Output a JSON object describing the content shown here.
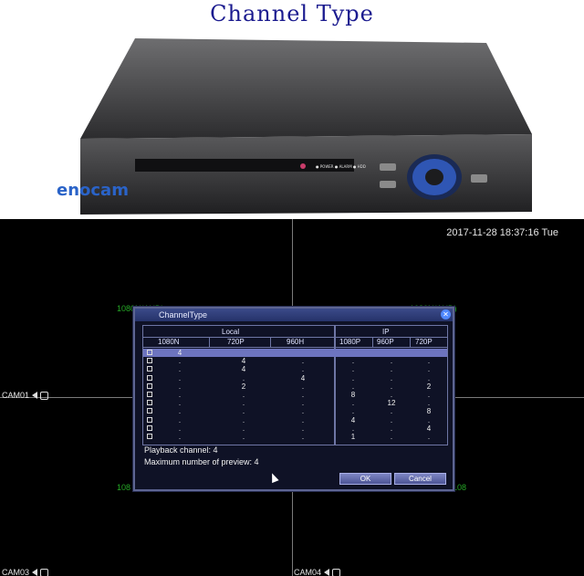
{
  "page_title": "Channel Type",
  "device": {
    "brand": "enocam"
  },
  "screen": {
    "datetime": "2017-11-28 18:37:16 Tue",
    "cameras": [
      "CAM01",
      "CAM03",
      "CAM04"
    ],
    "resolution_tags": [
      "1080N(AHD)",
      "1080N(AHD)",
      "108",
      "108"
    ]
  },
  "dialog": {
    "title": "ChannelType",
    "groups": {
      "local": "Local",
      "ip": "IP"
    },
    "columns": [
      "1080N",
      "720P",
      "960H",
      "1080P",
      "960P",
      "720P"
    ],
    "rows": [
      {
        "cells": [
          "4",
          "",
          "",
          "",
          "",
          ""
        ],
        "selected": true
      },
      {
        "cells": [
          ".",
          "4",
          ".",
          ".",
          ".",
          "."
        ]
      },
      {
        "cells": [
          ".",
          "4",
          ".",
          ".",
          ".",
          "."
        ]
      },
      {
        "cells": [
          ".",
          ".",
          "4",
          ".",
          ".",
          "."
        ]
      },
      {
        "cells": [
          ".",
          "2",
          ".",
          ".",
          ".",
          "2"
        ]
      },
      {
        "cells": [
          ".",
          ".",
          ".",
          "8",
          ".",
          "."
        ]
      },
      {
        "cells": [
          ".",
          ".",
          ".",
          ".",
          "12",
          "."
        ]
      },
      {
        "cells": [
          ".",
          ".",
          ".",
          ".",
          ".",
          "8"
        ]
      },
      {
        "cells": [
          ".",
          ".",
          ".",
          "4",
          ".",
          "."
        ]
      },
      {
        "cells": [
          ".",
          ".",
          ".",
          ".",
          ".",
          "4"
        ]
      },
      {
        "cells": [
          ".",
          ".",
          ".",
          "1",
          ".",
          "."
        ]
      }
    ],
    "playback_text": "Playback channel: 4",
    "preview_text": "Maximum number of preview: 4",
    "ok_label": "OK",
    "cancel_label": "Cancel",
    "close_glyph": "✕"
  }
}
